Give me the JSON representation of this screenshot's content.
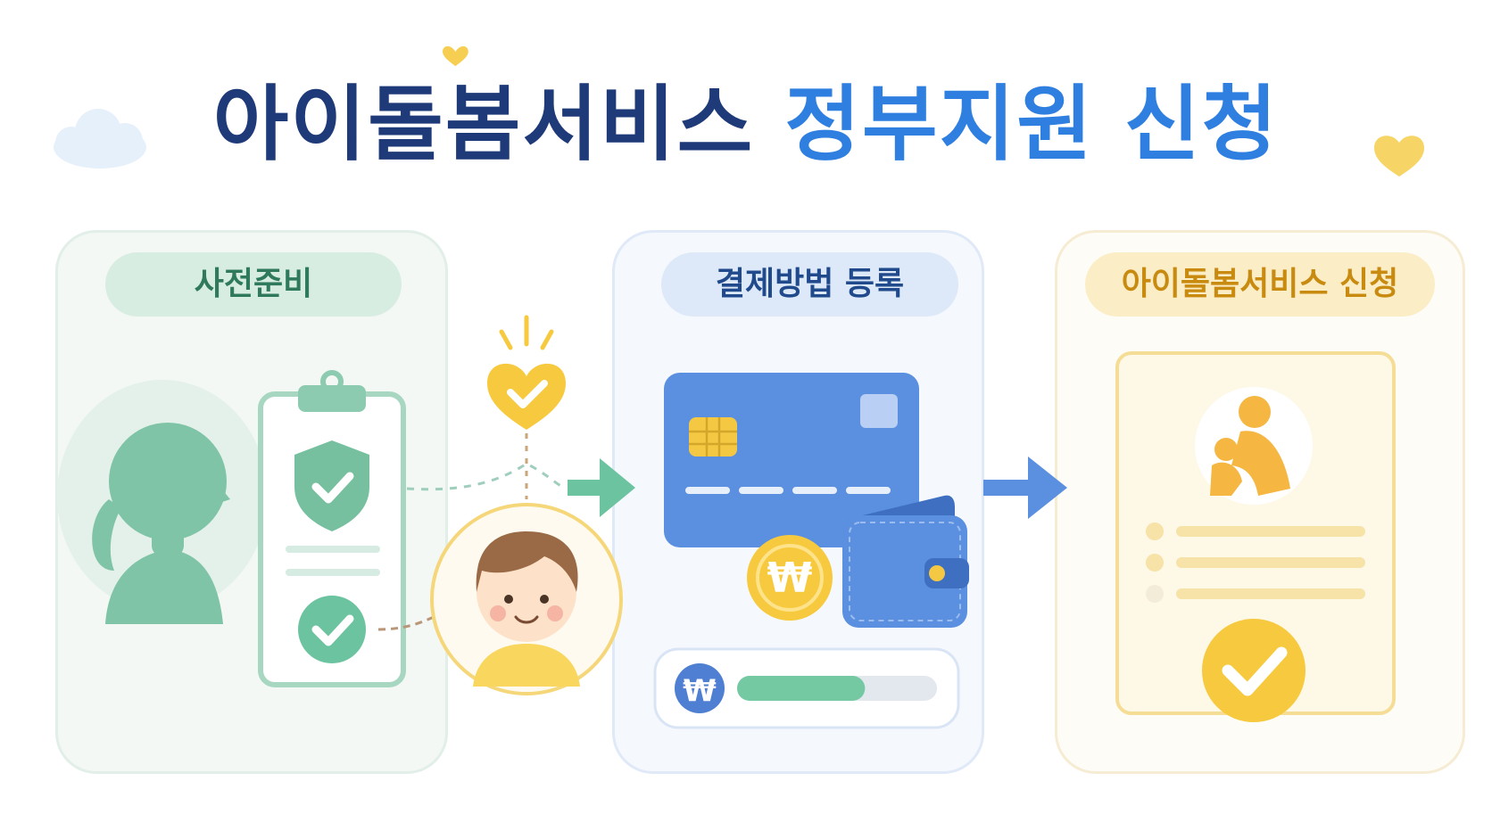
{
  "title": {
    "part1": "아이돌봄서비스",
    "part2": "정부지원 신청"
  },
  "steps": [
    {
      "label": "사전준비"
    },
    {
      "label": "결제방법 등록"
    },
    {
      "label": "아이돌봄서비스 신청"
    }
  ],
  "progress": {
    "fill": 0.64
  },
  "currency_symbol": "₩",
  "icons": [
    "cloud-icon",
    "heart-icon",
    "child-silhouette-icon",
    "clipboard-icon",
    "shield-check-icon",
    "check-circle-icon",
    "heart-check-icon",
    "child-face-icon",
    "arrow-right-icon",
    "credit-card-icon",
    "coin-icon",
    "wallet-icon",
    "caregiver-child-icon",
    "check-badge-icon"
  ],
  "colors": {
    "title_dark": "#1e3a78",
    "title_blue": "#2f7fe0",
    "green": "#6cc3a0",
    "blue": "#5b8fdf",
    "yellow": "#f5c842"
  }
}
